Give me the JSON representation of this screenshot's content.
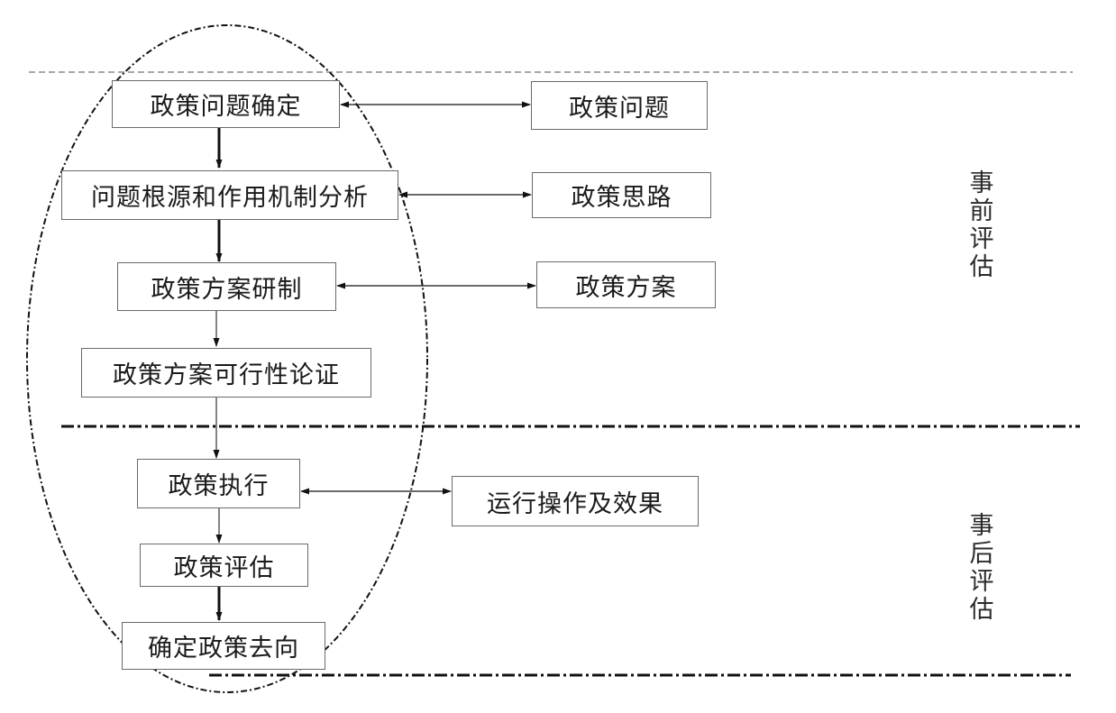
{
  "process_steps": [
    "政策问题确定",
    "问题根源和作用机制分析",
    "政策方案研制",
    "政策方案可行性论证",
    "政策执行",
    "政策评估",
    "确定政策去向"
  ],
  "outputs": [
    "政策问题",
    "政策思路",
    "政策方案",
    "运行操作及效果"
  ],
  "phases": {
    "pre_label": "事前评估",
    "post_label": "事后评估"
  }
}
